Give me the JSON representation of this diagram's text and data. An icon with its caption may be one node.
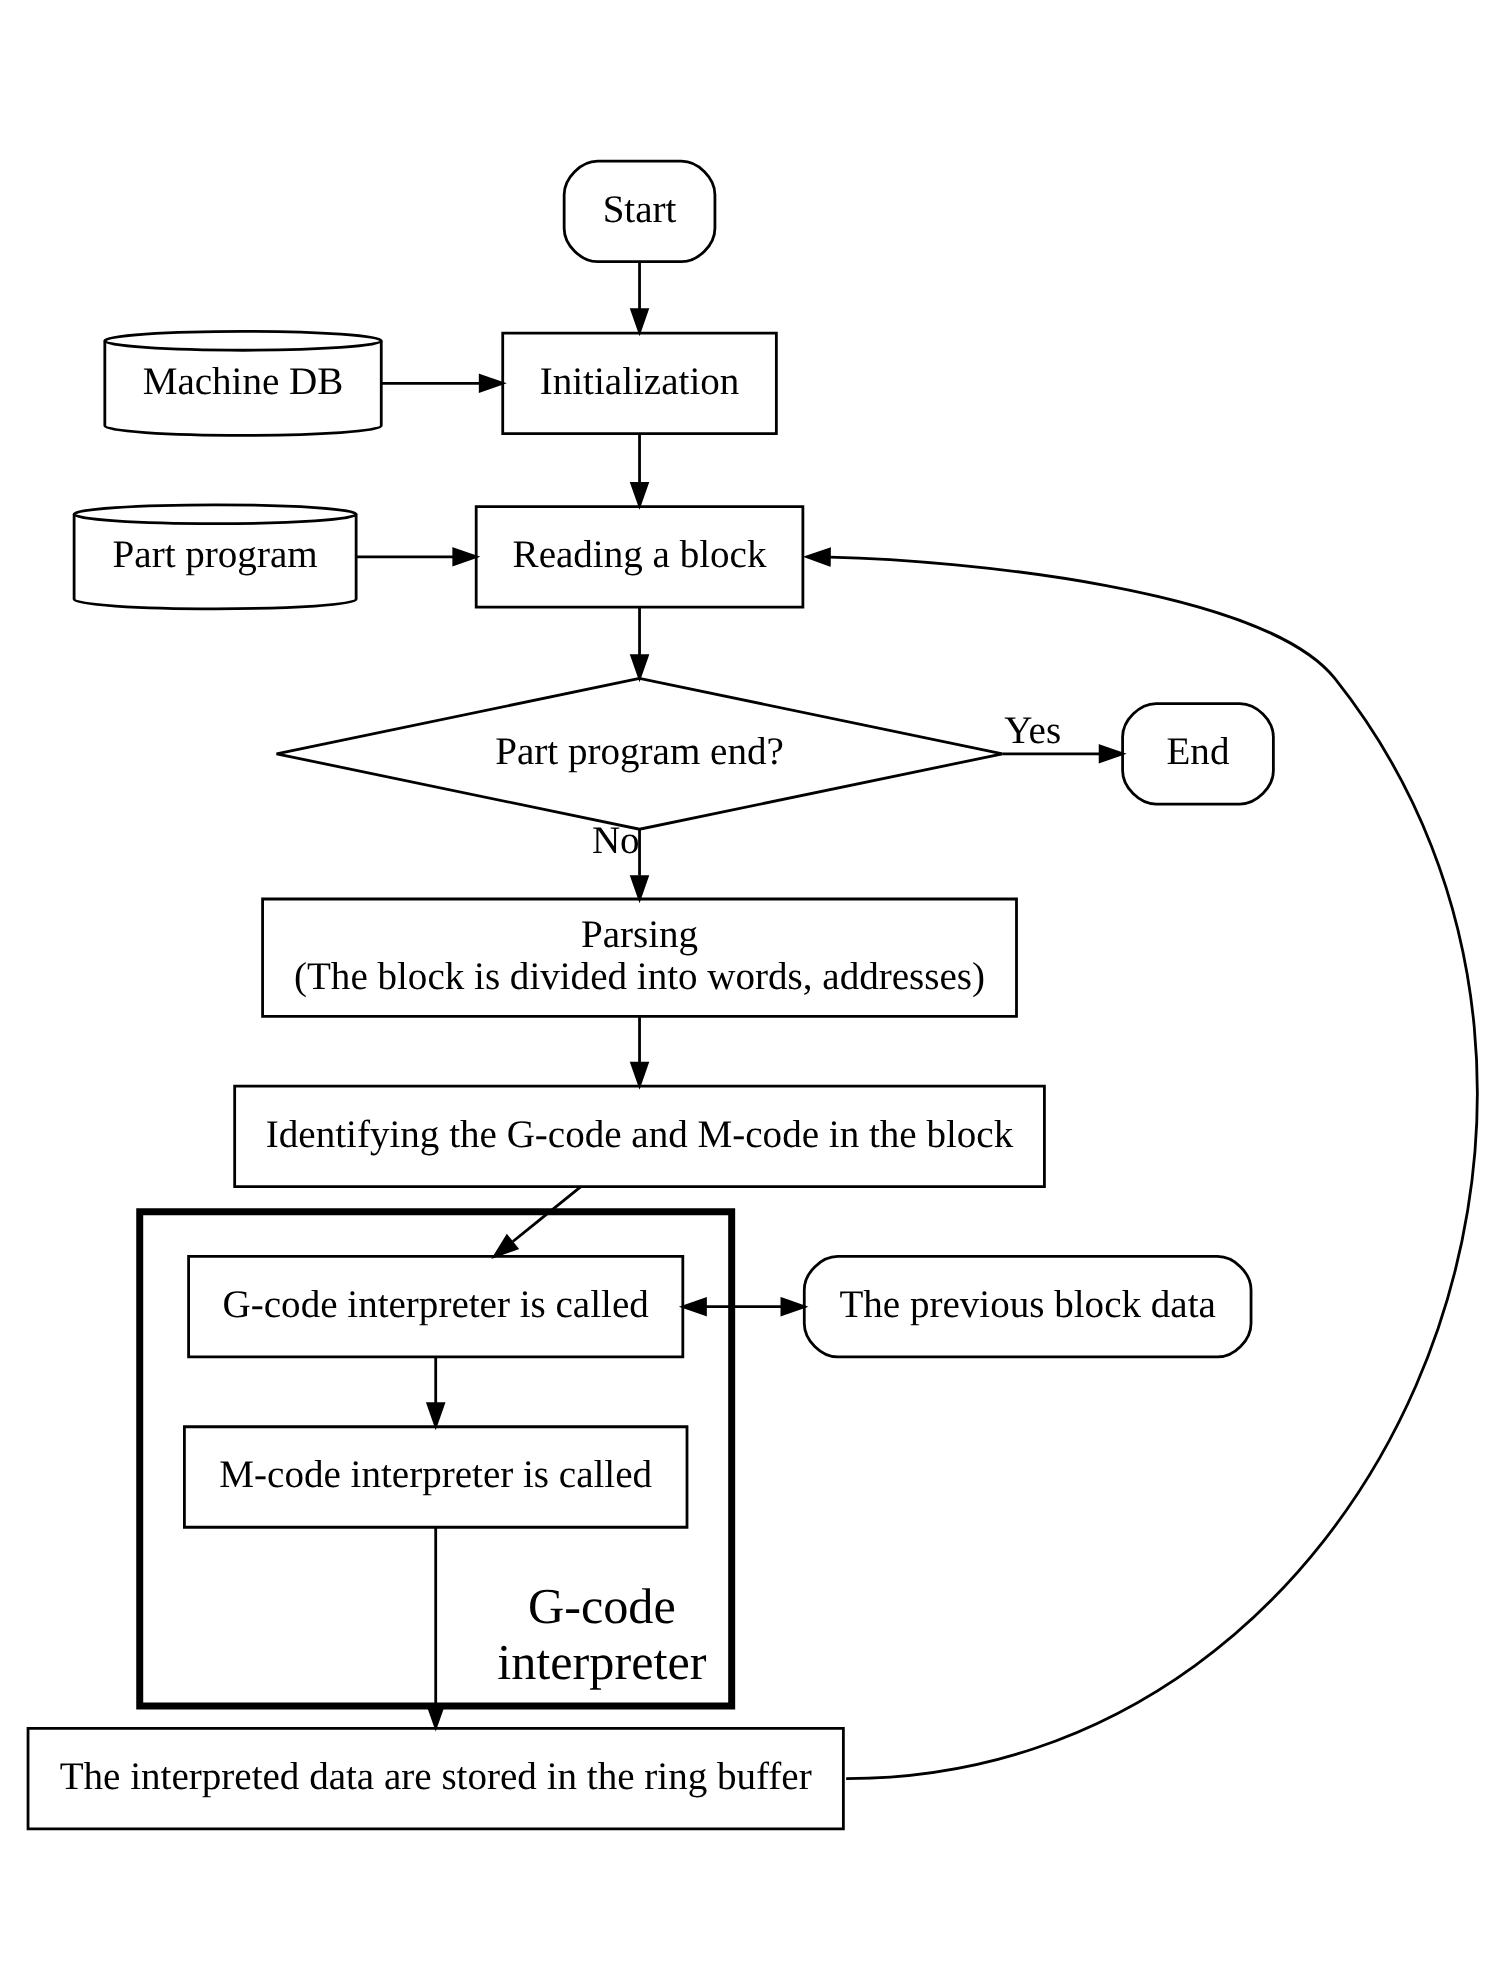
{
  "diagram": {
    "nodes": [
      {
        "text": [
          "Start"
        ]
      },
      {
        "text": [
          "Machine DB"
        ]
      },
      {
        "text": [
          "Initialization"
        ]
      },
      {
        "text": [
          "Part program"
        ]
      },
      {
        "text": [
          "Reading a block"
        ]
      },
      {
        "text": [
          "End"
        ]
      },
      {
        "text": [
          "Part program end?"
        ]
      },
      {
        "text": [
          "Parsing",
          "(The block is divided into words, addresses)"
        ]
      },
      {
        "text": [
          "Identifying the G-code and M-code in the block"
        ]
      },
      {
        "text": [
          "G-code interpreter"
        ]
      },
      {
        "text": [
          "The previous block data"
        ]
      },
      {
        "text": [
          "G-code interpreter is called"
        ],
        "in": 9
      },
      {
        "text": [
          "M-code interpreter is called"
        ],
        "in": 9
      },
      {
        "text": [
          "The interpreted data are stored in the ring buffer"
        ]
      }
    ],
    "edges": [
      {
        "from": 0,
        "to": 2,
        "arrow": "to"
      },
      {
        "from": 1,
        "to": 2,
        "arrow": "to"
      },
      {
        "from": 2,
        "to": 4,
        "arrow": "to"
      },
      {
        "from": 3,
        "to": 4,
        "arrow": "to"
      },
      {
        "from": 4,
        "to": 6,
        "arrow": "to"
      },
      {
        "from": 6,
        "to": 5,
        "arrow": "to",
        "label": "Yes"
      },
      {
        "from": 6,
        "to": 7,
        "arrow": "to",
        "label": "No"
      },
      {
        "from": 7,
        "to": 8,
        "arrow": "to"
      },
      {
        "from": 8,
        "to": 11,
        "arrow": "to"
      },
      {
        "from": 10,
        "to": 11,
        "arrow": "both"
      },
      {
        "from": 11,
        "to": 12,
        "arrow": "to"
      },
      {
        "from": 12,
        "to": 13,
        "arrow": "to"
      },
      {
        "from": 13,
        "to": 4,
        "arrow": "to"
      }
    ]
  }
}
